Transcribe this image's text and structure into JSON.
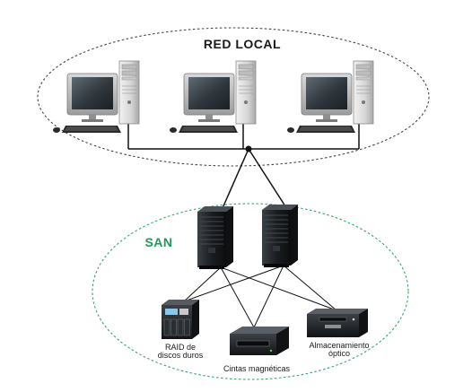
{
  "lan": {
    "title": "RED LOCAL"
  },
  "san": {
    "title": "SAN"
  },
  "devices": {
    "raid": {
      "line1": "RAID de",
      "line2": "discos duros"
    },
    "tape": {
      "label": "Cintas magnéticas"
    },
    "optical": {
      "line1": "Almacenamiento",
      "line2": "óptico"
    }
  },
  "colors": {
    "lan_ellipse": "#444444",
    "san_ellipse": "#2fa866",
    "san_title": "#1e9a5a",
    "wire": "#111111"
  },
  "icons": [
    "desktop-computer-icon",
    "server-tower-icon",
    "raid-storage-icon",
    "tape-drive-icon",
    "optical-drive-icon"
  ]
}
